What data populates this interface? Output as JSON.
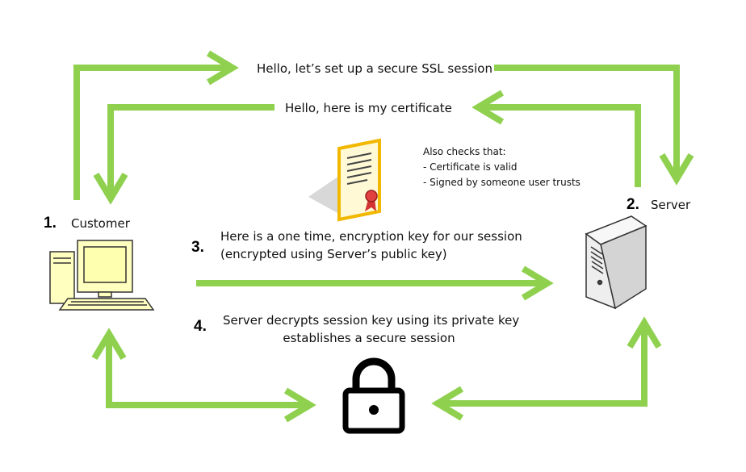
{
  "colors": {
    "arrow": "#8fd14f",
    "lock": "#000000",
    "certificate_border": "#f2b800",
    "certificate_paper": "#fff9d6",
    "ribbon": "#d33535",
    "computer": "#ffffc0",
    "server": "#eeeeee"
  },
  "icons": [
    "computer-icon",
    "server-icon",
    "certificate-icon",
    "padlock-icon"
  ],
  "steps": {
    "customer": {
      "number": "1.",
      "label": "Customer"
    },
    "server": {
      "number": "2.",
      "label": "Server"
    },
    "step3": {
      "number": "3.",
      "line1": "Here is a one time, encryption key for our session",
      "line2": "(encrypted using Server’s public key)"
    },
    "step4": {
      "number": "4.",
      "line1": "Server decrypts session key using its private key",
      "line2": "establishes a secure session"
    }
  },
  "messages": {
    "hello_client": "Hello, let’s set up a secure SSL session",
    "hello_server": "Hello, here is my certificate"
  },
  "checks": {
    "title": "Also checks that:",
    "items": [
      "- Certificate is valid",
      "- Signed by someone user trusts"
    ]
  }
}
